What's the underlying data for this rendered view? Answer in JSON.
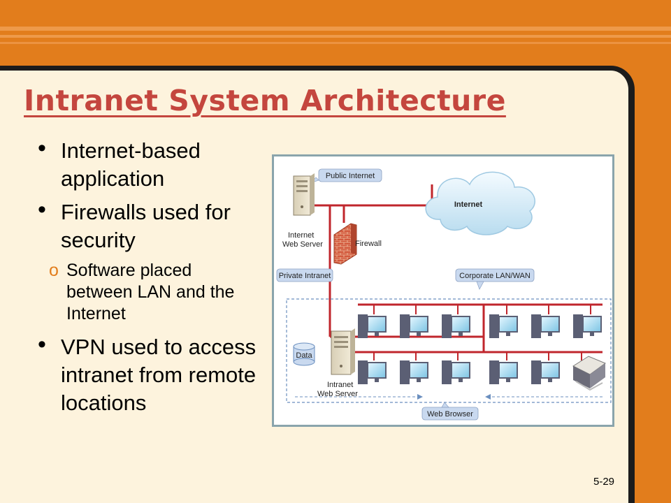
{
  "slide": {
    "title": "Intranet System Architecture",
    "page_number": "5-29",
    "bullets": [
      {
        "text": "Internet-based application"
      },
      {
        "text": "Firewalls used for security",
        "sub": "Software placed between LAN and the Internet"
      },
      {
        "text": "VPN used to access intranet from remote locations"
      }
    ]
  },
  "diagram": {
    "labels": {
      "public_internet": "Public Internet",
      "internet": "Internet",
      "internet_web_server": [
        "Internet",
        "Web Server"
      ],
      "firewall": "Firewall",
      "private_intranet": "Private Intranet",
      "corporate_lan_wan": "Corporate LAN/WAN",
      "data": "Data",
      "intranet_web_server": [
        "Intranet",
        "Web Server"
      ],
      "web_browser": "Web Browser"
    }
  },
  "colors": {
    "background": "#e27d1c",
    "panel": "#fdf3dd",
    "title": "#c4463e",
    "network_line": "#c0262c"
  }
}
